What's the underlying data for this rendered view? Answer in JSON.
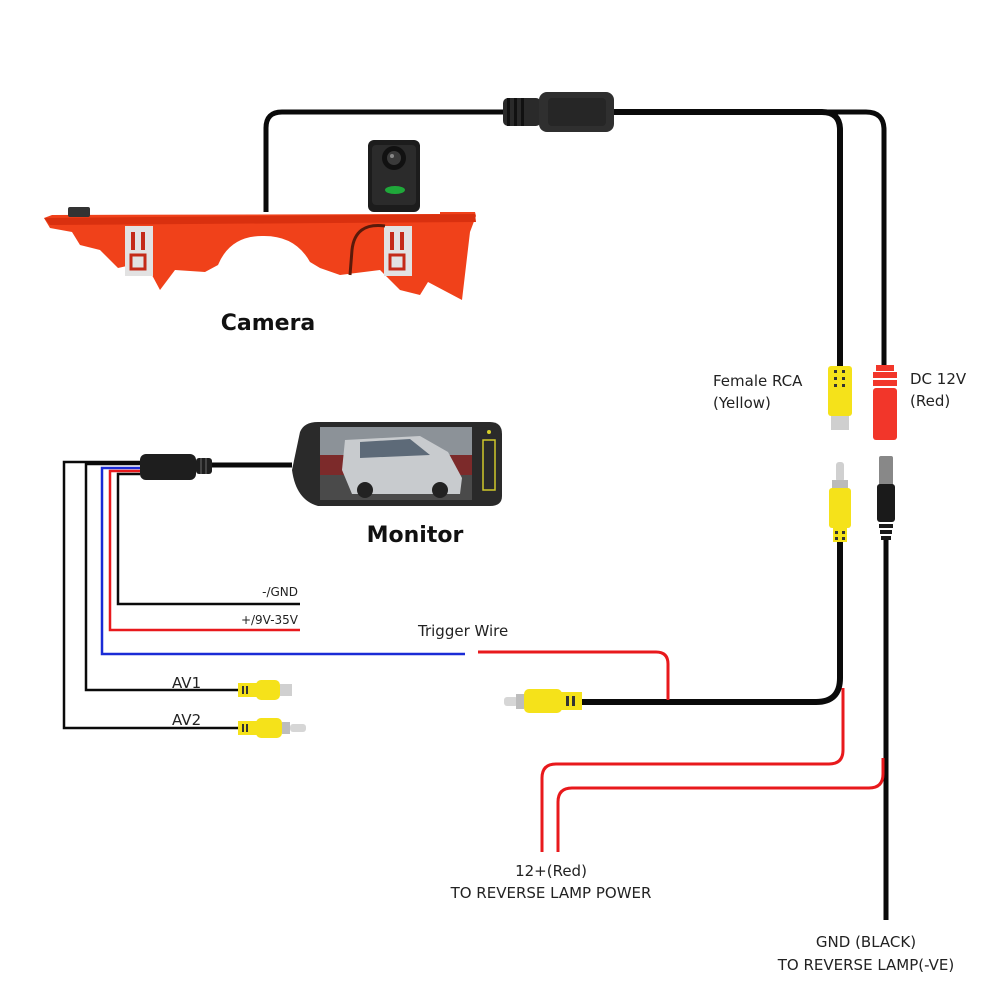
{
  "title_labels": {
    "camera": "Camera",
    "monitor": "Monitor"
  },
  "camera_connectors": {
    "female_rca": {
      "line1": "Female RCA",
      "line2": "(Yellow)"
    },
    "dc_power": {
      "line1": "DC 12V",
      "line2": "(Red)"
    }
  },
  "monitor_wires": {
    "gnd": "-/GND",
    "power": "+/9V-35V",
    "trigger": "Trigger Wire",
    "av1": "AV1",
    "av2": "AV2"
  },
  "bottom_labels": {
    "power_line1": "12+(Red)",
    "power_line2": "TO REVERSE LAMP POWER",
    "ground_line1": "GND (BLACK)",
    "ground_line2": "TO REVERSE LAMP(-VE)"
  },
  "colors": {
    "wire_black": "#0a0a0a",
    "wire_red": "#e8191c",
    "wire_blue": "#1a2bd6",
    "rca_yellow": "#f5e21a",
    "dc_red": "#f2362a",
    "housing_red": "#f0411a",
    "metal": "#d9d9d9"
  }
}
